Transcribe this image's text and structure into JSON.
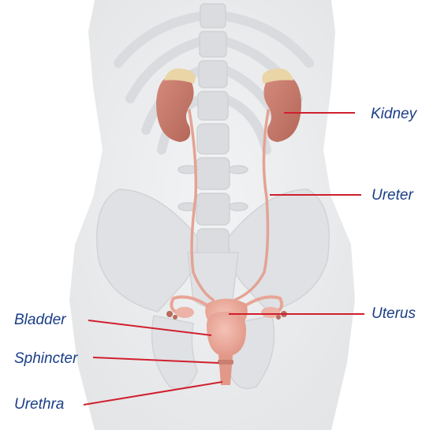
{
  "labels": {
    "kidney": "Kidney",
    "ureter": "Ureter",
    "uterus": "Uterus",
    "bladder": "Bladder",
    "sphincter": "Sphincter",
    "urethra": "Urethra"
  },
  "colors": {
    "label_text": "#1a3e86",
    "leader_line": "#d0202e",
    "organ_pink": "#e8a596",
    "kidney": "#c8776a",
    "adrenal": "#e9d5a6",
    "skeleton": "#dfe1e4",
    "body_silhouette": "#ecedef"
  }
}
